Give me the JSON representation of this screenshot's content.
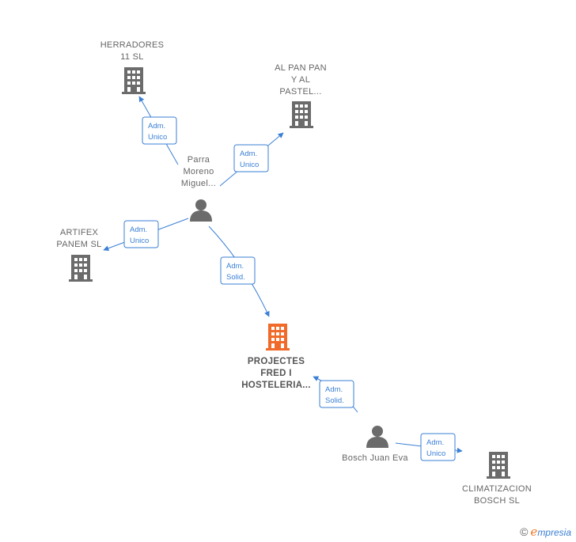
{
  "nodes": {
    "herradores": {
      "label": [
        "HERRADORES",
        "11  SL"
      ],
      "type": "company"
    },
    "alpanpan": {
      "label": [
        "AL PAN PAN",
        "Y AL",
        "PASTEL..."
      ],
      "type": "company"
    },
    "parra": {
      "label": [
        "Parra",
        "Moreno",
        "Miguel..."
      ],
      "type": "person"
    },
    "artifex": {
      "label": [
        "ARTIFEX",
        "PANEM  SL"
      ],
      "type": "company"
    },
    "projectes": {
      "label": [
        "PROJECTES",
        "FRED I",
        "HOSTELERIA..."
      ],
      "type": "company-main"
    },
    "bosch_person": {
      "label": [
        "Bosch Juan Eva"
      ],
      "type": "person"
    },
    "climatizacion": {
      "label": [
        "CLIMATIZACION",
        "BOSCH SL"
      ],
      "type": "company"
    }
  },
  "edges": [
    {
      "id": "e1",
      "label": [
        "Adm.",
        "Unico"
      ]
    },
    {
      "id": "e2",
      "label": [
        "Adm.",
        "Unico"
      ]
    },
    {
      "id": "e3",
      "label": [
        "Adm.",
        "Unico"
      ]
    },
    {
      "id": "e4",
      "label": [
        "Adm.",
        "Solid."
      ]
    },
    {
      "id": "e5",
      "label": [
        "Adm.",
        "Solid."
      ]
    },
    {
      "id": "e6",
      "label": [
        "Adm.",
        "Unico"
      ]
    }
  ],
  "colors": {
    "company": "#6b6b6b",
    "main": "#f06a2a",
    "edge": "#3a7fd5"
  },
  "watermark": {
    "copyright": "©",
    "brand_initial": "e",
    "brand_rest": "mpresia"
  }
}
